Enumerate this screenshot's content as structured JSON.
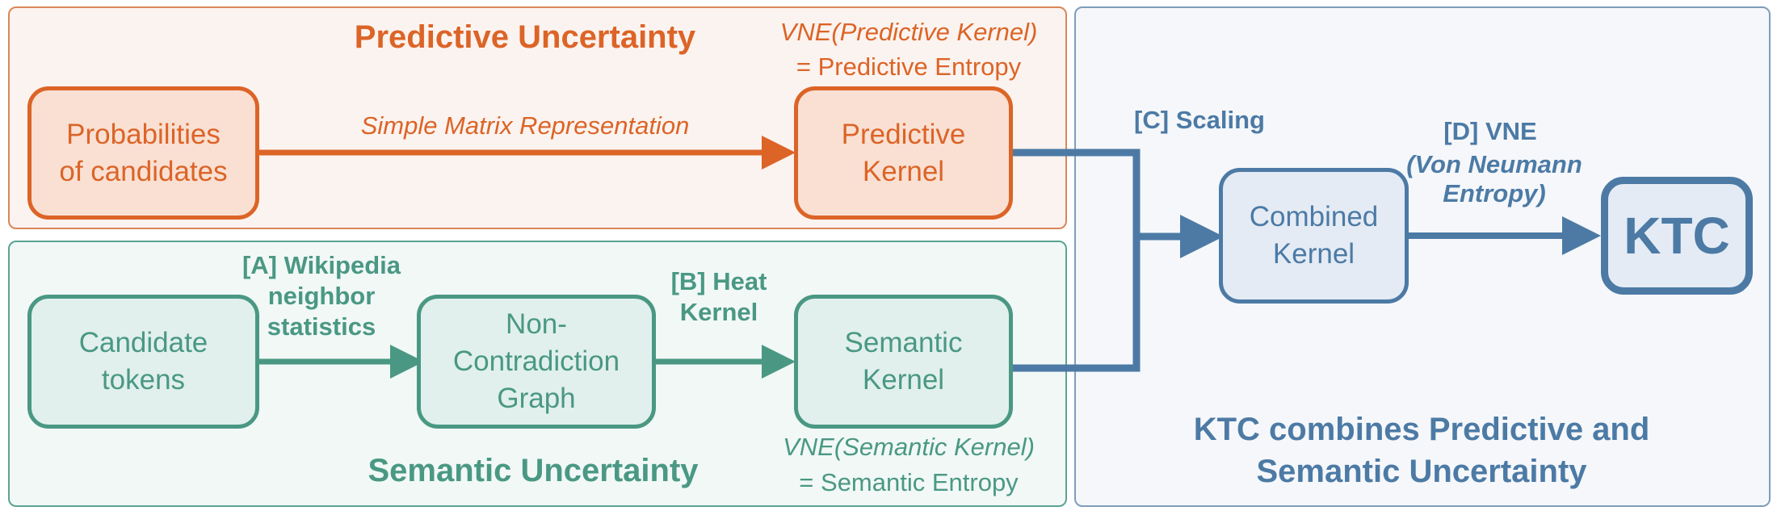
{
  "colors": {
    "orange": "#dc6427",
    "green": "#4a9883",
    "blue": "#4c7aa5"
  },
  "predictive": {
    "title": "Predictive Uncertainty",
    "vne_line1": "VNE(Predictive Kernel)",
    "vne_line2": "= Predictive Entropy",
    "probabilities_box": "Probabilities\nof candidates",
    "edge_label": "Simple Matrix Representation",
    "kernel_box": "Predictive\nKernel"
  },
  "semantic": {
    "title": "Semantic Uncertainty",
    "candidate_box": "Candidate\ntokens",
    "edge_a_label": "[A] Wikipedia\nneighbor\nstatistics",
    "graph_box": "Non-\nContradiction\nGraph",
    "edge_b_label": "[B] Heat\nKernel",
    "kernel_box": "Semantic\nKernel",
    "vne_line1": "VNE(Semantic Kernel)",
    "vne_line2": "= Semantic Entropy"
  },
  "ktc": {
    "scaling_label": "[C] Scaling",
    "combined_box": "Combined\nKernel",
    "vne_label": "[D] VNE",
    "vne_sub": "(Von Neumann\nEntropy)",
    "ktc_box": "KTC",
    "caption": "KTC combines Predictive and\nSemantic Uncertainty"
  }
}
